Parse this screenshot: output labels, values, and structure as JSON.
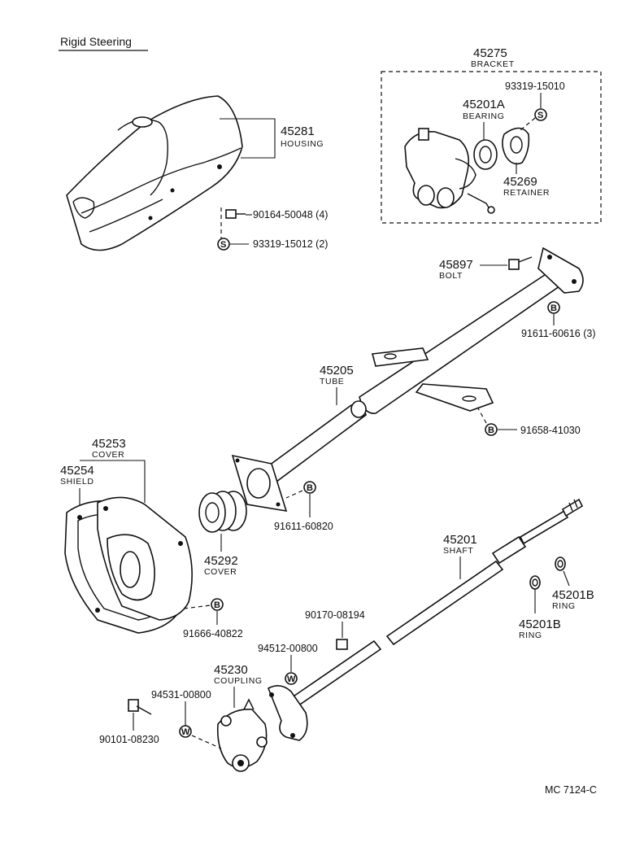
{
  "title": "Rigid Steering",
  "footer_code": "MC  7124-C",
  "parts": {
    "housing": {
      "number": "45281",
      "name": "HOUSING"
    },
    "bracket": {
      "number": "45275",
      "name": "BRACKET"
    },
    "bearing": {
      "number": "45201A",
      "name": "BEARING"
    },
    "retainer": {
      "number": "45269",
      "name": "RETAINER"
    },
    "bolt": {
      "number": "45897",
      "name": "BOLT"
    },
    "tube": {
      "number": "45205",
      "name": "TUBE"
    },
    "cover_top": {
      "number": "45253",
      "name": "COVER"
    },
    "shield": {
      "number": "45254",
      "name": "SHIELD"
    },
    "cover_boot": {
      "number": "45292",
      "name": "COVER"
    },
    "shaft": {
      "number": "45201",
      "name": "SHAFT"
    },
    "ring_upper": {
      "number": "45201B",
      "name": "RING"
    },
    "ring_lower": {
      "number": "45201B",
      "name": "RING"
    },
    "coupling": {
      "number": "45230",
      "name": "COUPLING"
    }
  },
  "fasteners": {
    "screw_housing": "90164-50048 (4)",
    "s_housing": "93319-15012 (2)",
    "s_bracket": "93319-15010",
    "b_tube_top": "91611-60616 (3)",
    "b_tube_mid": "91658-41030",
    "b_tube_bottom": "91611-60820",
    "b_shield": "91666-40822",
    "nut_shaft": "90170-08194",
    "w_shaft": "94512-00800",
    "w_coupling": "94531-00800",
    "bolt_coupling": "90101-08230"
  },
  "symbols": {
    "s": "S",
    "b": "B",
    "w": "W"
  }
}
